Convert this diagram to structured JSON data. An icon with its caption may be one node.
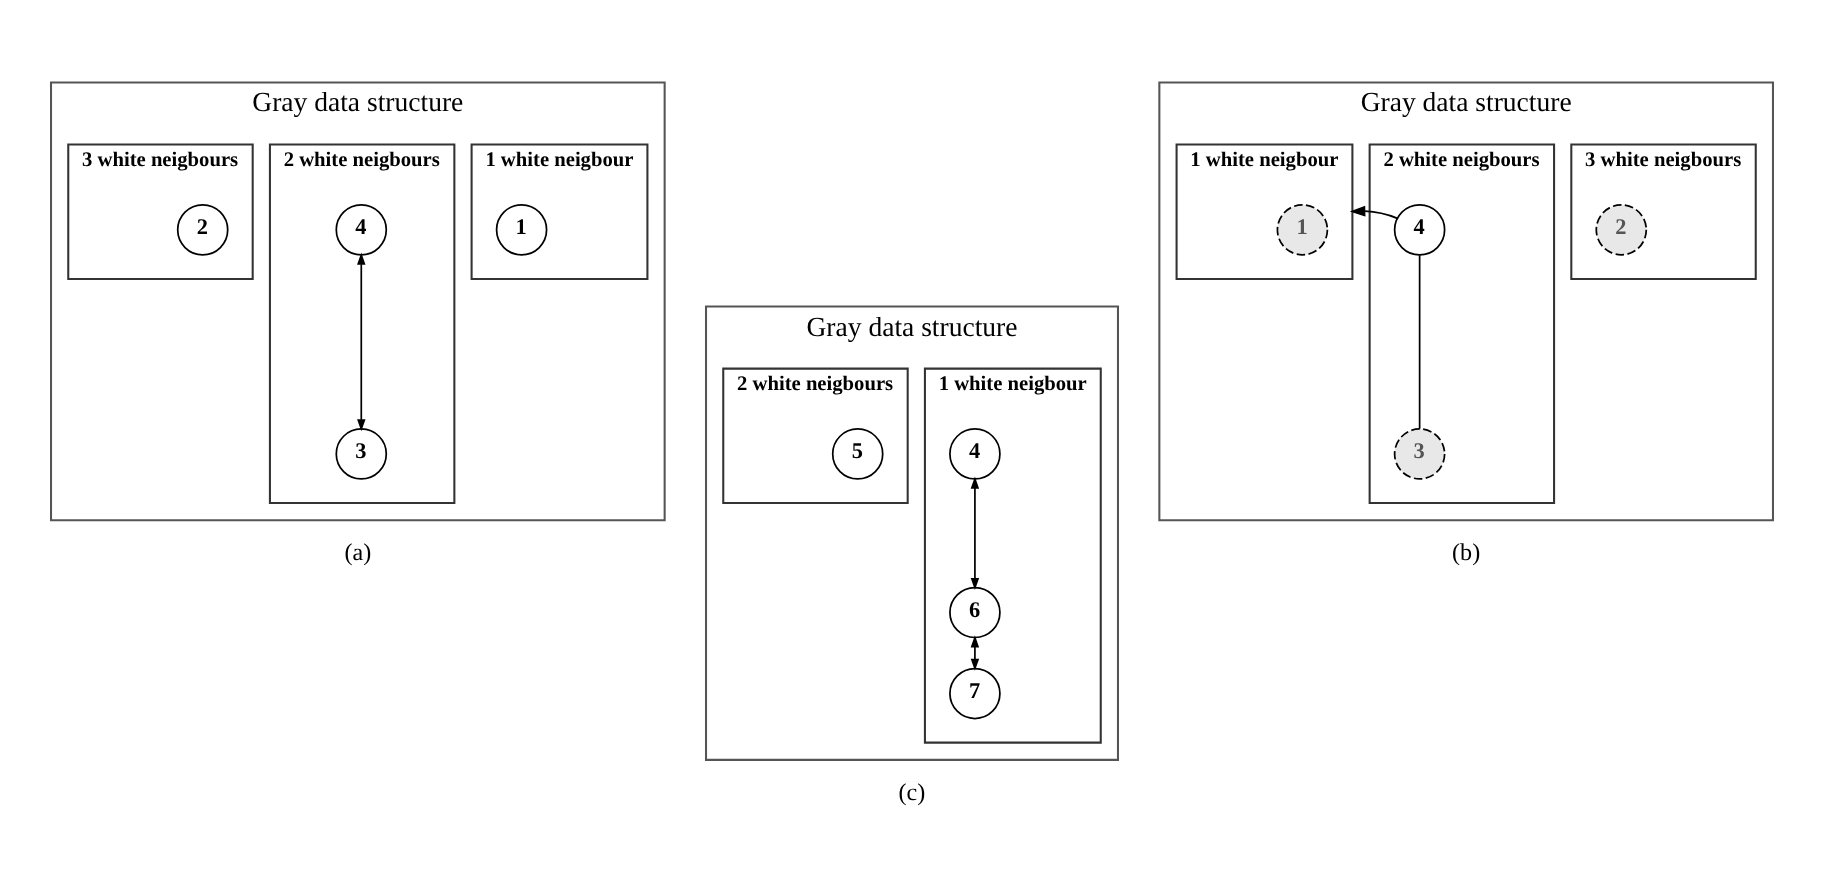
{
  "diagram": {
    "nodes": [
      {
        "text": [
          "Gray data structure"
        ],
        "beside": [
          "(a)"
        ]
      },
      {
        "text": [
          "1 white neigbour"
        ],
        "in": 0
      },
      {
        "text": [
          "1"
        ],
        "in": 1
      },
      {
        "text": [
          "2 white neigbours"
        ],
        "in": 0
      },
      {
        "text": [
          "4"
        ],
        "in": 3
      },
      {
        "text": [
          "3"
        ],
        "in": 3
      },
      {
        "text": [
          "3 white neigbours"
        ],
        "in": 0
      },
      {
        "text": [
          "2"
        ],
        "in": 6
      },
      {
        "text": [
          "Gray data structure"
        ],
        "beside": [
          "(b)"
        ]
      },
      {
        "text": [
          "1 white neigbour"
        ],
        "in": 8
      },
      {
        "text": [
          "1"
        ],
        "in": 9
      },
      {
        "text": [
          "2 white neigbours"
        ],
        "in": 8
      },
      {
        "text": [
          "4"
        ],
        "in": 11
      },
      {
        "text": [
          "3"
        ],
        "in": 11
      },
      {
        "text": [
          "3 white neigbours"
        ],
        "in": 8
      },
      {
        "text": [
          "2"
        ],
        "in": 14
      },
      {
        "text": [
          "Gray data structure"
        ],
        "beside": [
          "(c)"
        ]
      },
      {
        "text": [
          "1 white neigbour"
        ],
        "in": 16
      },
      {
        "text": [
          "4"
        ],
        "in": 17
      },
      {
        "text": [
          "6"
        ],
        "in": 17
      },
      {
        "text": [
          "7"
        ],
        "in": 17
      },
      {
        "text": [
          "2 white neigbours"
        ],
        "in": 16
      },
      {
        "text": [
          "5"
        ],
        "in": 21
      }
    ],
    "edges": [
      {
        "from": 4,
        "to": 5,
        "arrow": "both"
      },
      {
        "from": 12,
        "to": 13,
        "arrow": "none"
      },
      {
        "from": 12,
        "to": 9,
        "arrow": "to"
      },
      {
        "from": 18,
        "to": 19,
        "arrow": "both"
      },
      {
        "from": 19,
        "to": 20,
        "arrow": "both"
      }
    ]
  }
}
